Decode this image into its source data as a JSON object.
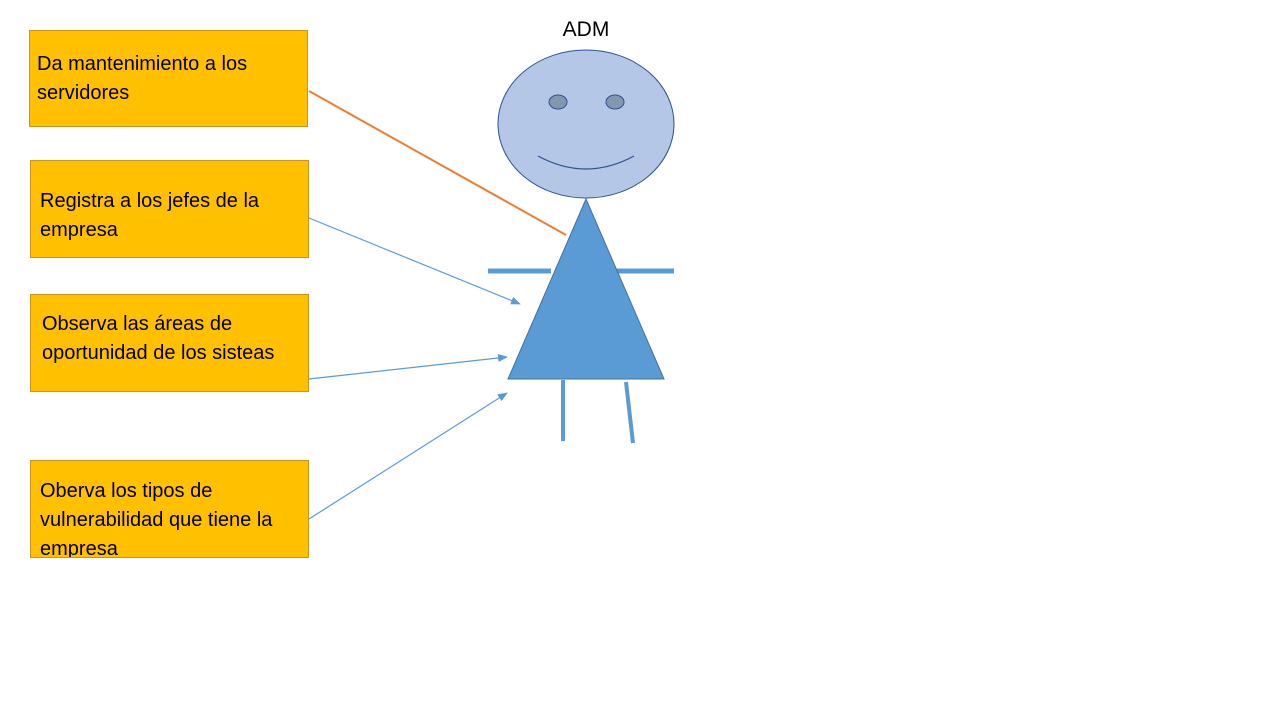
{
  "diagram": {
    "actor_label": "ADM",
    "responsibilities": [
      "Da mantenimiento a los servidores",
      "Registra a los jefes de la empresa",
      "Observa las áreas de oportunidad de los sisteas",
      "Oberva los tipos de vulnerabilidad que tiene la empresa"
    ],
    "colors": {
      "box_fill": "#ffc000",
      "box_border": "#c9951d",
      "head_fill": "#b4c7e7",
      "head_stroke": "#2f528f",
      "body_fill": "#5b9bd5",
      "arrow_blue": "#5b9bd5",
      "line_orange": "#ed7d31"
    }
  }
}
